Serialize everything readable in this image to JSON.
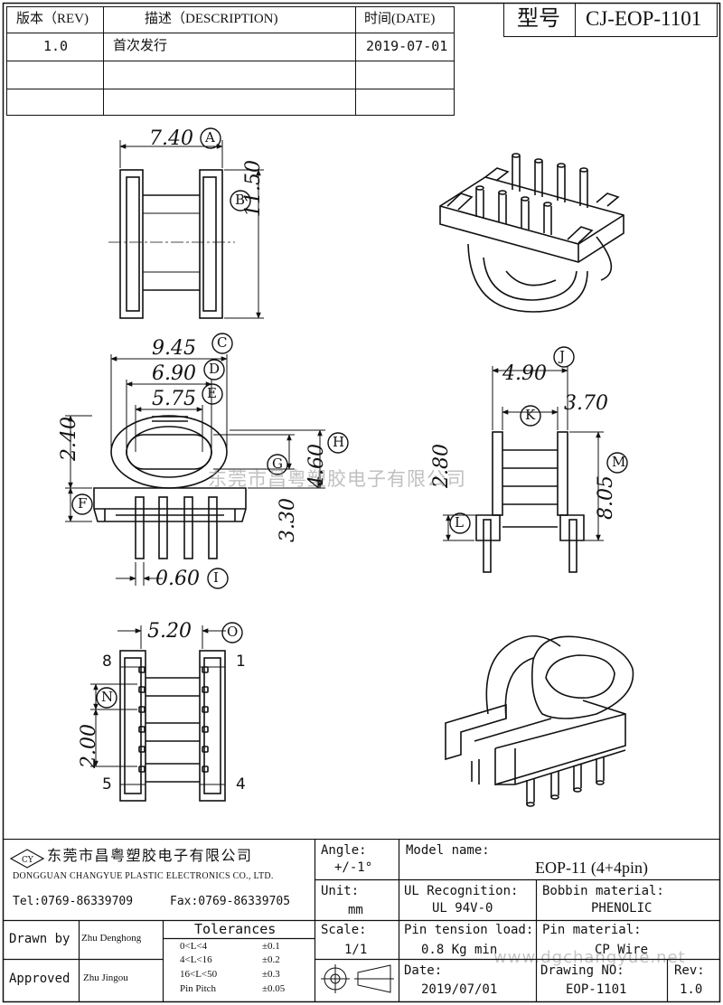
{
  "revision_table": {
    "headers": {
      "rev": "版本（REV)",
      "desc": "描述（DESCRIPTION)",
      "date": "时间(DATE)"
    },
    "rows": [
      {
        "rev": "1.0",
        "desc": "首次发行",
        "date": "2019-07-01"
      }
    ]
  },
  "model_box": {
    "label": "型号",
    "value": "CJ-EOP-1101"
  },
  "dimensions": {
    "A": "7.40",
    "B": "11.50",
    "C": "9.45",
    "D": "6.90",
    "E": "5.75",
    "F": "2.40",
    "G": "3.30",
    "H": "4.60",
    "I": "0.60",
    "J": "4.90",
    "K": "3.70",
    "L": "2.80",
    "M": "8.05",
    "N": "2.00",
    "O": "5.20"
  },
  "dimension_letters": [
    "A",
    "B",
    "C",
    "D",
    "E",
    "F",
    "G",
    "H",
    "I",
    "J",
    "K",
    "L",
    "M",
    "N",
    "O"
  ],
  "pin_numbers": {
    "top_left": "8",
    "top_right": "1",
    "bottom_left": "5",
    "bottom_right": "4"
  },
  "watermark": "东莞市昌粤塑胶电子有限公司",
  "watermark_url": "www.dgchangyue.net",
  "title_block": {
    "company_cn": "东莞市昌粤塑胶电子有限公司",
    "company_en": "DONGGUAN CHANGYUE PLASTIC ELECTRONICS CO., LTD.",
    "tel": "Tel:0769-86339709",
    "fax": "Fax:0769-86339705",
    "drawn_by_label": "Drawn by",
    "drawn_by": "Zhu Denghong",
    "approved_label": "Approved",
    "approved_by": "Zhu  Jingou",
    "tolerances_label": "Tolerances",
    "tolerances": [
      {
        "range": "0<L<4",
        "value": "±0.1"
      },
      {
        "range": "4<L<16",
        "value": "±0.2"
      },
      {
        "range": "16<L<50",
        "value": "±0.3"
      },
      {
        "range": "Pin Pitch",
        "value": "±0.05"
      }
    ],
    "angle_label": "Angle:",
    "angle_value": "+/-1°",
    "unit_label": "Unit:",
    "unit_value": "mm",
    "scale_label": "Scale:",
    "scale_value": "1/1",
    "model_name_label": "Model name:",
    "model_name_value": "EOP-11 (4+4pin)",
    "ul_label": "UL Recognition:",
    "ul_value": "UL 94V-0",
    "bobbin_label": "Bobbin material:",
    "bobbin_value": "PHENOLIC",
    "pin_tension_label": "Pin tension load:",
    "pin_tension_value": "0.8 Kg min",
    "pin_material_label": "Pin material:",
    "pin_material_value": "CP Wire",
    "date_label": "Date:",
    "date_value": "2019/07/01",
    "drawing_no_label": "Drawing NO:",
    "drawing_no_value": "EOP-1101",
    "rev_label": "Rev:",
    "rev_value": "1.0"
  }
}
